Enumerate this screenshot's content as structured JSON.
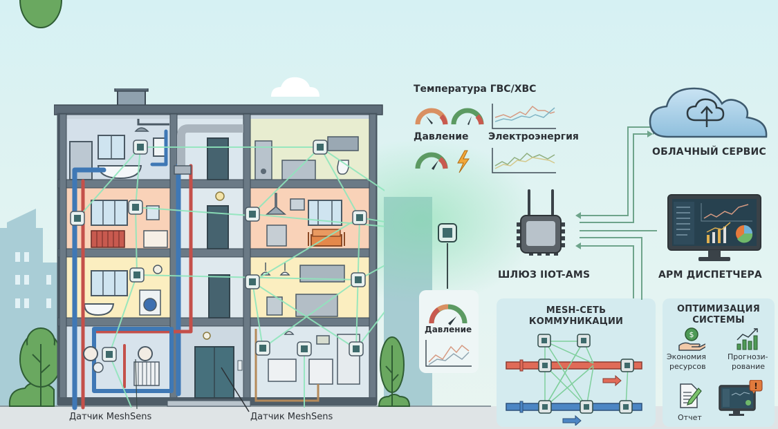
{
  "colors": {
    "sky": "#d6f1f3",
    "building_frame": "#5d6c78",
    "mesh_link": "#8fe6bc",
    "hot_pipe": "#c4504a",
    "cold_pipe": "#3f78b5",
    "sensor_fill": "#3e6a6b",
    "arrow": "#6ea48b",
    "text_dark": "#2c3035"
  },
  "building": {
    "sensor_label_left": "Датчик MeshSens",
    "sensor_label_right": "Датчик MeshSens",
    "floors": 4,
    "icons": [
      "bathtub-icon",
      "shower-icon",
      "radiator-icon",
      "sink-icon",
      "washing-machine-icon",
      "water-meter-icon",
      "door-icon",
      "elevator-icon",
      "boiler-icon",
      "toilet-icon",
      "stove-icon",
      "hood-icon",
      "sofa-icon",
      "kitchen-cabinets-icon",
      "refrigerator-icon",
      "lamp-icon",
      "oven-icon"
    ]
  },
  "metrics": {
    "temperature_label": "Температура ГВС/ХВС",
    "pressure_label": "Давление",
    "electricity_label": "Электроэнергия"
  },
  "relay_node": {
    "card_label": "Давление"
  },
  "gateway": {
    "label": "ШЛЮЗ IIOT-AMS"
  },
  "cloud": {
    "label": "ОБЛАЧНЫЙ СЕРВИС"
  },
  "dispatcher": {
    "label": "АРМ ДИСПЕТЧЕРА"
  },
  "mesh_panel": {
    "title_line1": "MESH-СЕТЬ",
    "title_line2": "КОММУНИКАЦИИ"
  },
  "optimization_panel": {
    "title_line1": "ОПТИМИЗАЦИЯ",
    "title_line2": "СИСТЕМЫ",
    "items": [
      {
        "icon": "savings-hand-coin-icon",
        "label_line1": "Экономия",
        "label_line2": "ресурсов"
      },
      {
        "icon": "growth-bar-chart-icon",
        "label_line1": "Прогнози-",
        "label_line2": "рование"
      },
      {
        "icon": "report-document-pen-icon",
        "label_line1": "Отчет",
        "label_line2": ""
      },
      {
        "icon": "alert-monitor-icon",
        "label_line1": "",
        "label_line2": ""
      }
    ]
  }
}
